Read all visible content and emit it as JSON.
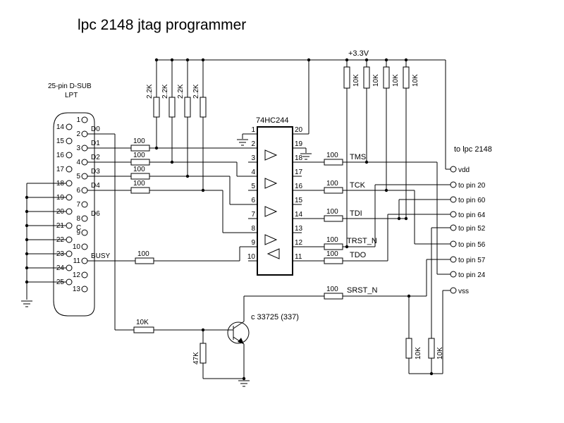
{
  "title": "lpc 2148 jtag programmer",
  "power": {
    "rail_label": "+3.3V"
  },
  "connector": {
    "caption_line1": "25-pin D-SUB",
    "caption_line2": "LPT",
    "left_pins": [
      "14",
      "15",
      "16",
      "17",
      "18",
      "19",
      "20",
      "21",
      "22",
      "23",
      "24",
      "25"
    ],
    "right_pins": [
      "1",
      "2",
      "3",
      "4",
      "5",
      "6",
      "7",
      "8",
      "9",
      "10",
      "11",
      "12",
      "13"
    ],
    "signals": {
      "d0": "D0",
      "d1": "D1",
      "d2": "D2",
      "d3": "D3",
      "d4": "D4",
      "d6": "D6",
      "busy": "BUSY",
      "c": "C"
    }
  },
  "ic": {
    "name": "74HC244",
    "left_pins": [
      "1",
      "2",
      "3",
      "4",
      "5",
      "6",
      "7",
      "8",
      "9",
      "10"
    ],
    "right_pins": [
      "20",
      "19",
      "18",
      "17",
      "16",
      "15",
      "14",
      "13",
      "12",
      "11"
    ]
  },
  "values": {
    "r2k2": "2.2K",
    "r100": "100",
    "r10k": "10K",
    "r47k": "47K"
  },
  "signals": {
    "tms": "TMS",
    "tck": "TCK",
    "tdi": "TDI",
    "trst": "TRST_N",
    "tdo": "TDO",
    "srst": "SRST_N"
  },
  "transistor": {
    "label": "c 33725 (337)"
  },
  "target": {
    "header": "to lpc 2148",
    "terminals": [
      "vdd",
      "to pin 20",
      "to pin 60",
      "to pin 64",
      "to pin 52",
      "to pin 56",
      "to pin 57",
      "to pin 24",
      "vss"
    ]
  }
}
